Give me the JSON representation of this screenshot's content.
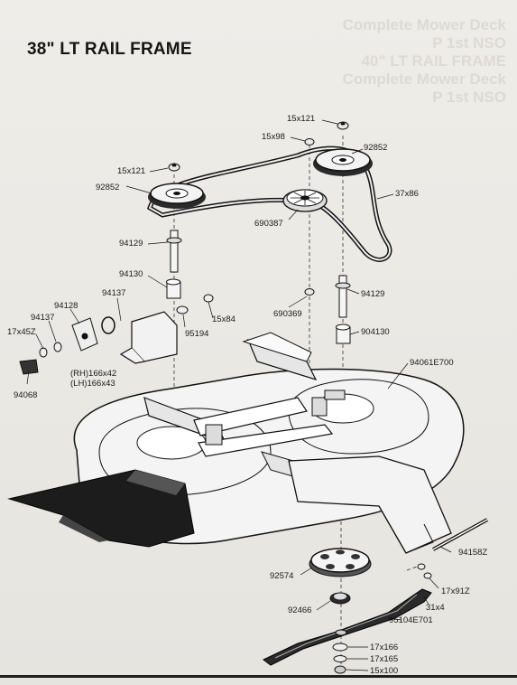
{
  "title": "38\" LT RAIL FRAME",
  "background_text": [
    "Complete Mower Deck",
    "P 1st NSO",
    "40\" LT RAIL FRAME",
    "Complete Mower Deck",
    "P 1st NSO"
  ],
  "part_labels": [
    {
      "id": "15x121-top",
      "text": "15x121"
    },
    {
      "id": "15x98",
      "text": "15x98"
    },
    {
      "id": "92852-right",
      "text": "92852"
    },
    {
      "id": "15x121-left",
      "text": "15x121"
    },
    {
      "id": "92852-left",
      "text": "92852"
    },
    {
      "id": "37x86",
      "text": "37x86"
    },
    {
      "id": "690387",
      "text": "690387"
    },
    {
      "id": "94129-left",
      "text": "94129"
    },
    {
      "id": "94130",
      "text": "94130"
    },
    {
      "id": "94137-upper",
      "text": "94137"
    },
    {
      "id": "94128",
      "text": "94128"
    },
    {
      "id": "94137-lower",
      "text": "94137"
    },
    {
      "id": "15x84",
      "text": "15x84"
    },
    {
      "id": "95194",
      "text": "95194"
    },
    {
      "id": "690369",
      "text": "690369"
    },
    {
      "id": "94129-right",
      "text": "94129"
    },
    {
      "id": "904130",
      "text": "904130"
    },
    {
      "id": "17x45Z",
      "text": "17x45Z"
    },
    {
      "id": "rh166x42",
      "text": "(RH)166x42"
    },
    {
      "id": "lh166x43",
      "text": "(LH)166x43"
    },
    {
      "id": "94068",
      "text": "94068"
    },
    {
      "id": "94061E700",
      "text": "94061E700"
    },
    {
      "id": "94158Z",
      "text": "94158Z"
    },
    {
      "id": "92574",
      "text": "92574"
    },
    {
      "id": "17x91Z",
      "text": "17x91Z"
    },
    {
      "id": "31x4",
      "text": "31x4"
    },
    {
      "id": "92466",
      "text": "92466"
    },
    {
      "id": "95104E701",
      "text": "95104E701"
    },
    {
      "id": "17x166",
      "text": "17x166"
    },
    {
      "id": "17x165",
      "text": "17x165"
    },
    {
      "id": "15x100",
      "text": "15x100"
    }
  ]
}
